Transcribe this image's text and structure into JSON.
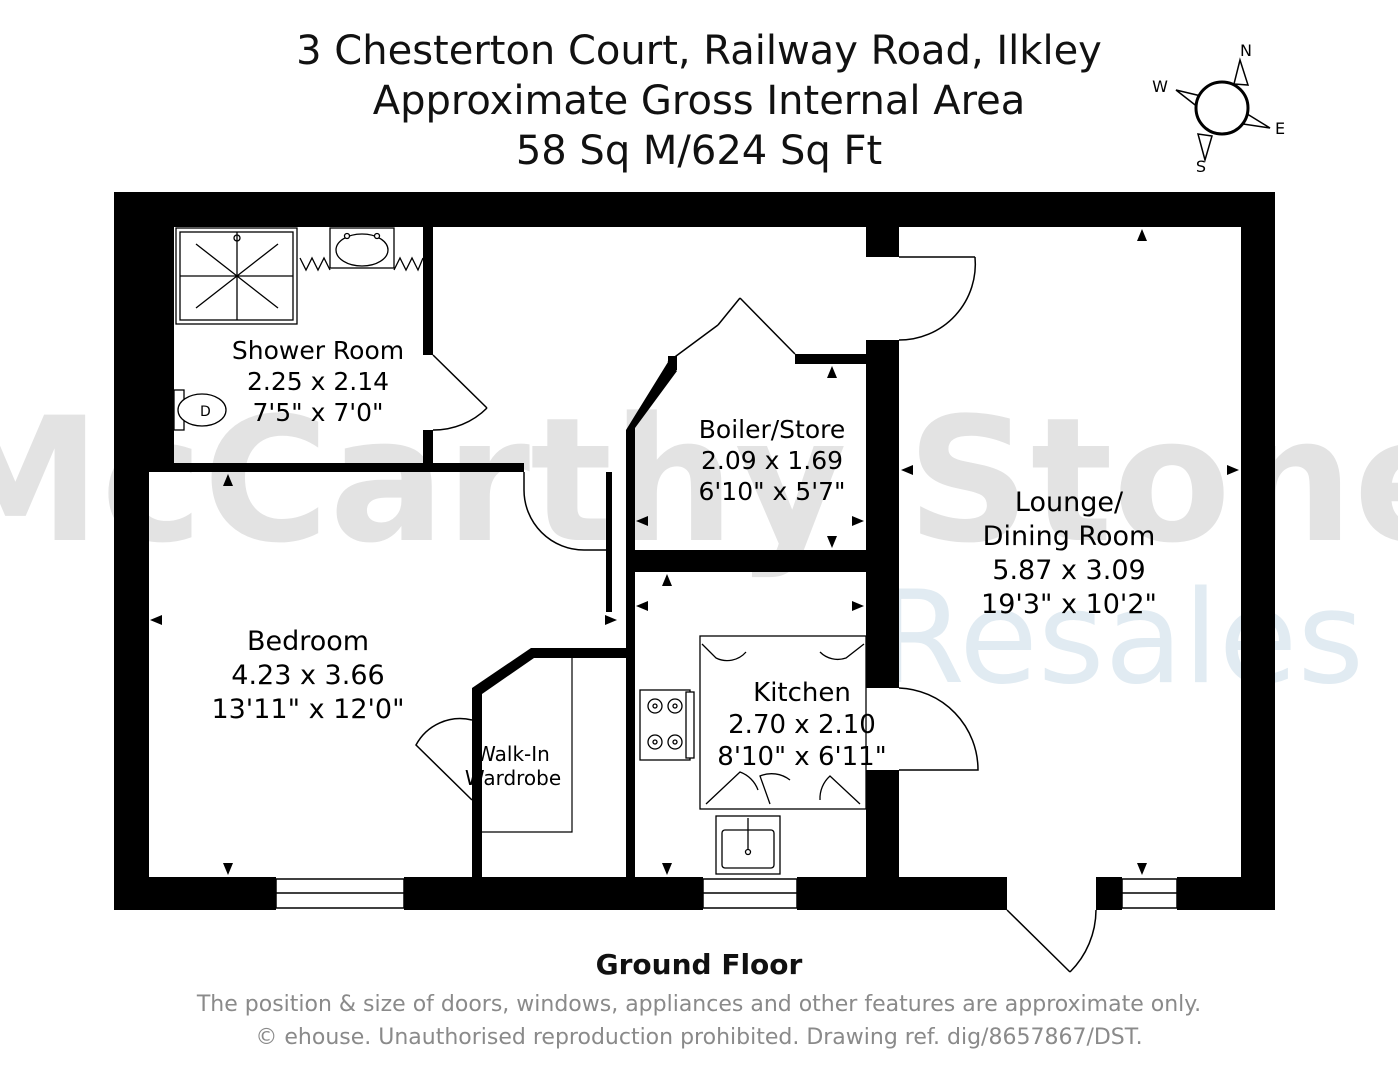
{
  "header": {
    "address": "3 Chesterton Court, Railway Road, Ilkley",
    "area_heading": "Approximate Gross Internal Area",
    "area_value": "58 Sq M/624 Sq Ft"
  },
  "compass": {
    "n": "N",
    "e": "E",
    "s": "S",
    "w": "W"
  },
  "watermark": {
    "line1": "McCarthy Stone",
    "line2": "Resales"
  },
  "rooms": {
    "shower": {
      "name": "Shower Room",
      "metric": "2.25 x 2.14",
      "imperial": "7'5\" x 7'0\""
    },
    "boiler": {
      "name": "Boiler/Store",
      "metric": "2.09 x 1.69",
      "imperial": "6'10\" x 5'7\""
    },
    "lounge": {
      "name1": "Lounge/",
      "name2": "Dining Room",
      "metric": "5.87 x 3.09",
      "imperial": "19'3\" x 10'2\""
    },
    "bedroom": {
      "name": "Bedroom",
      "metric": "4.23 x 3.66",
      "imperial": "13'11\" x 12'0\""
    },
    "kitchen": {
      "name": "Kitchen",
      "metric": "2.70 x 2.10",
      "imperial": "8'10\" x 6'11\""
    },
    "wardrobe": {
      "name1": "Walk-In",
      "name2": "Wardrobe"
    }
  },
  "floor_name": "Ground Floor",
  "disclaimer": {
    "line1": "The position & size of doors, windows, appliances and other features are approximate only.",
    "line2": "© ehouse. Unauthorised reproduction prohibited. Drawing ref. dig/8657867/DST."
  }
}
